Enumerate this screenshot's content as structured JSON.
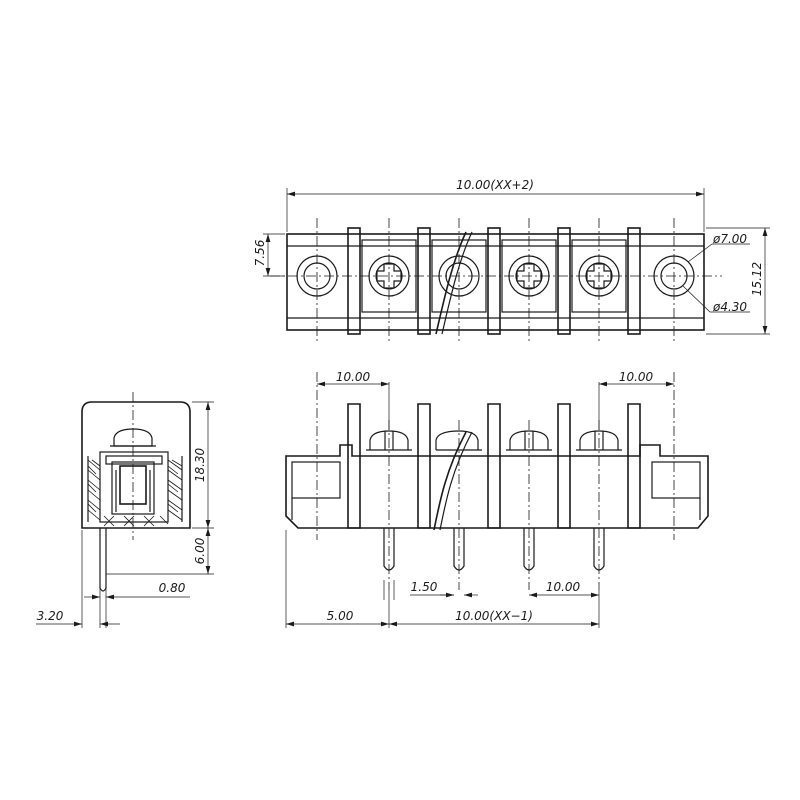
{
  "dimensions": {
    "overall_length": "10.00(XX+2)",
    "top_height": "7.56",
    "total_depth": "15.12",
    "outer_diameter": "ø7.00",
    "hole_diameter": "ø4.30",
    "end_offset_left": "10.00",
    "end_offset_right": "10.00",
    "body_height": "18.30",
    "pin_length": "6.00",
    "pin_width": "0.80",
    "pin_offset": "3.20",
    "pin_thickness": "1.50",
    "pitch": "10.00",
    "first_pin_offset": "5.00",
    "pin_span": "10.00(XX−1)"
  }
}
